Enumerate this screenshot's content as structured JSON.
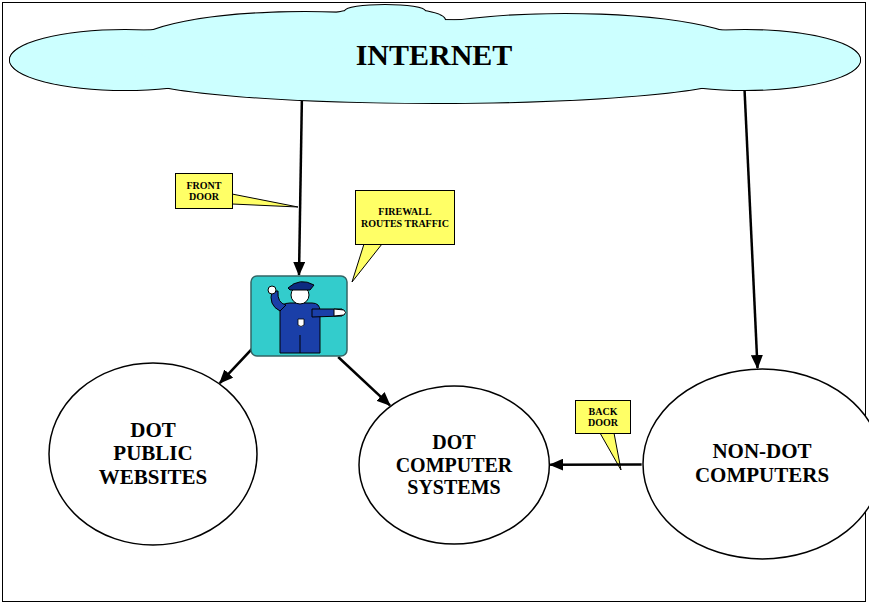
{
  "diagram": {
    "nodes": [
      {
        "text": [
          "INTERNET"
        ]
      },
      {
        "text": [
          "FIREWALL ROUTES TRAFFIC"
        ]
      },
      {
        "text": [
          "DOT PUBLIC WEBSITES"
        ]
      },
      {
        "text": [
          "DOT COMPUTER SYSTEMS"
        ]
      },
      {
        "text": [
          "NON-DOT COMPUTERS"
        ]
      }
    ],
    "edges": [
      {
        "from": 0,
        "to": 1,
        "label": "FRONT DOOR",
        "arrow": "to"
      },
      {
        "from": 0,
        "to": 4,
        "arrow": "to"
      },
      {
        "from": 1,
        "to": 2,
        "arrow": "to"
      },
      {
        "from": 1,
        "to": 3,
        "arrow": "to"
      },
      {
        "from": 4,
        "to": 3,
        "label": "BACK DOOR",
        "arrow": "to"
      }
    ]
  }
}
